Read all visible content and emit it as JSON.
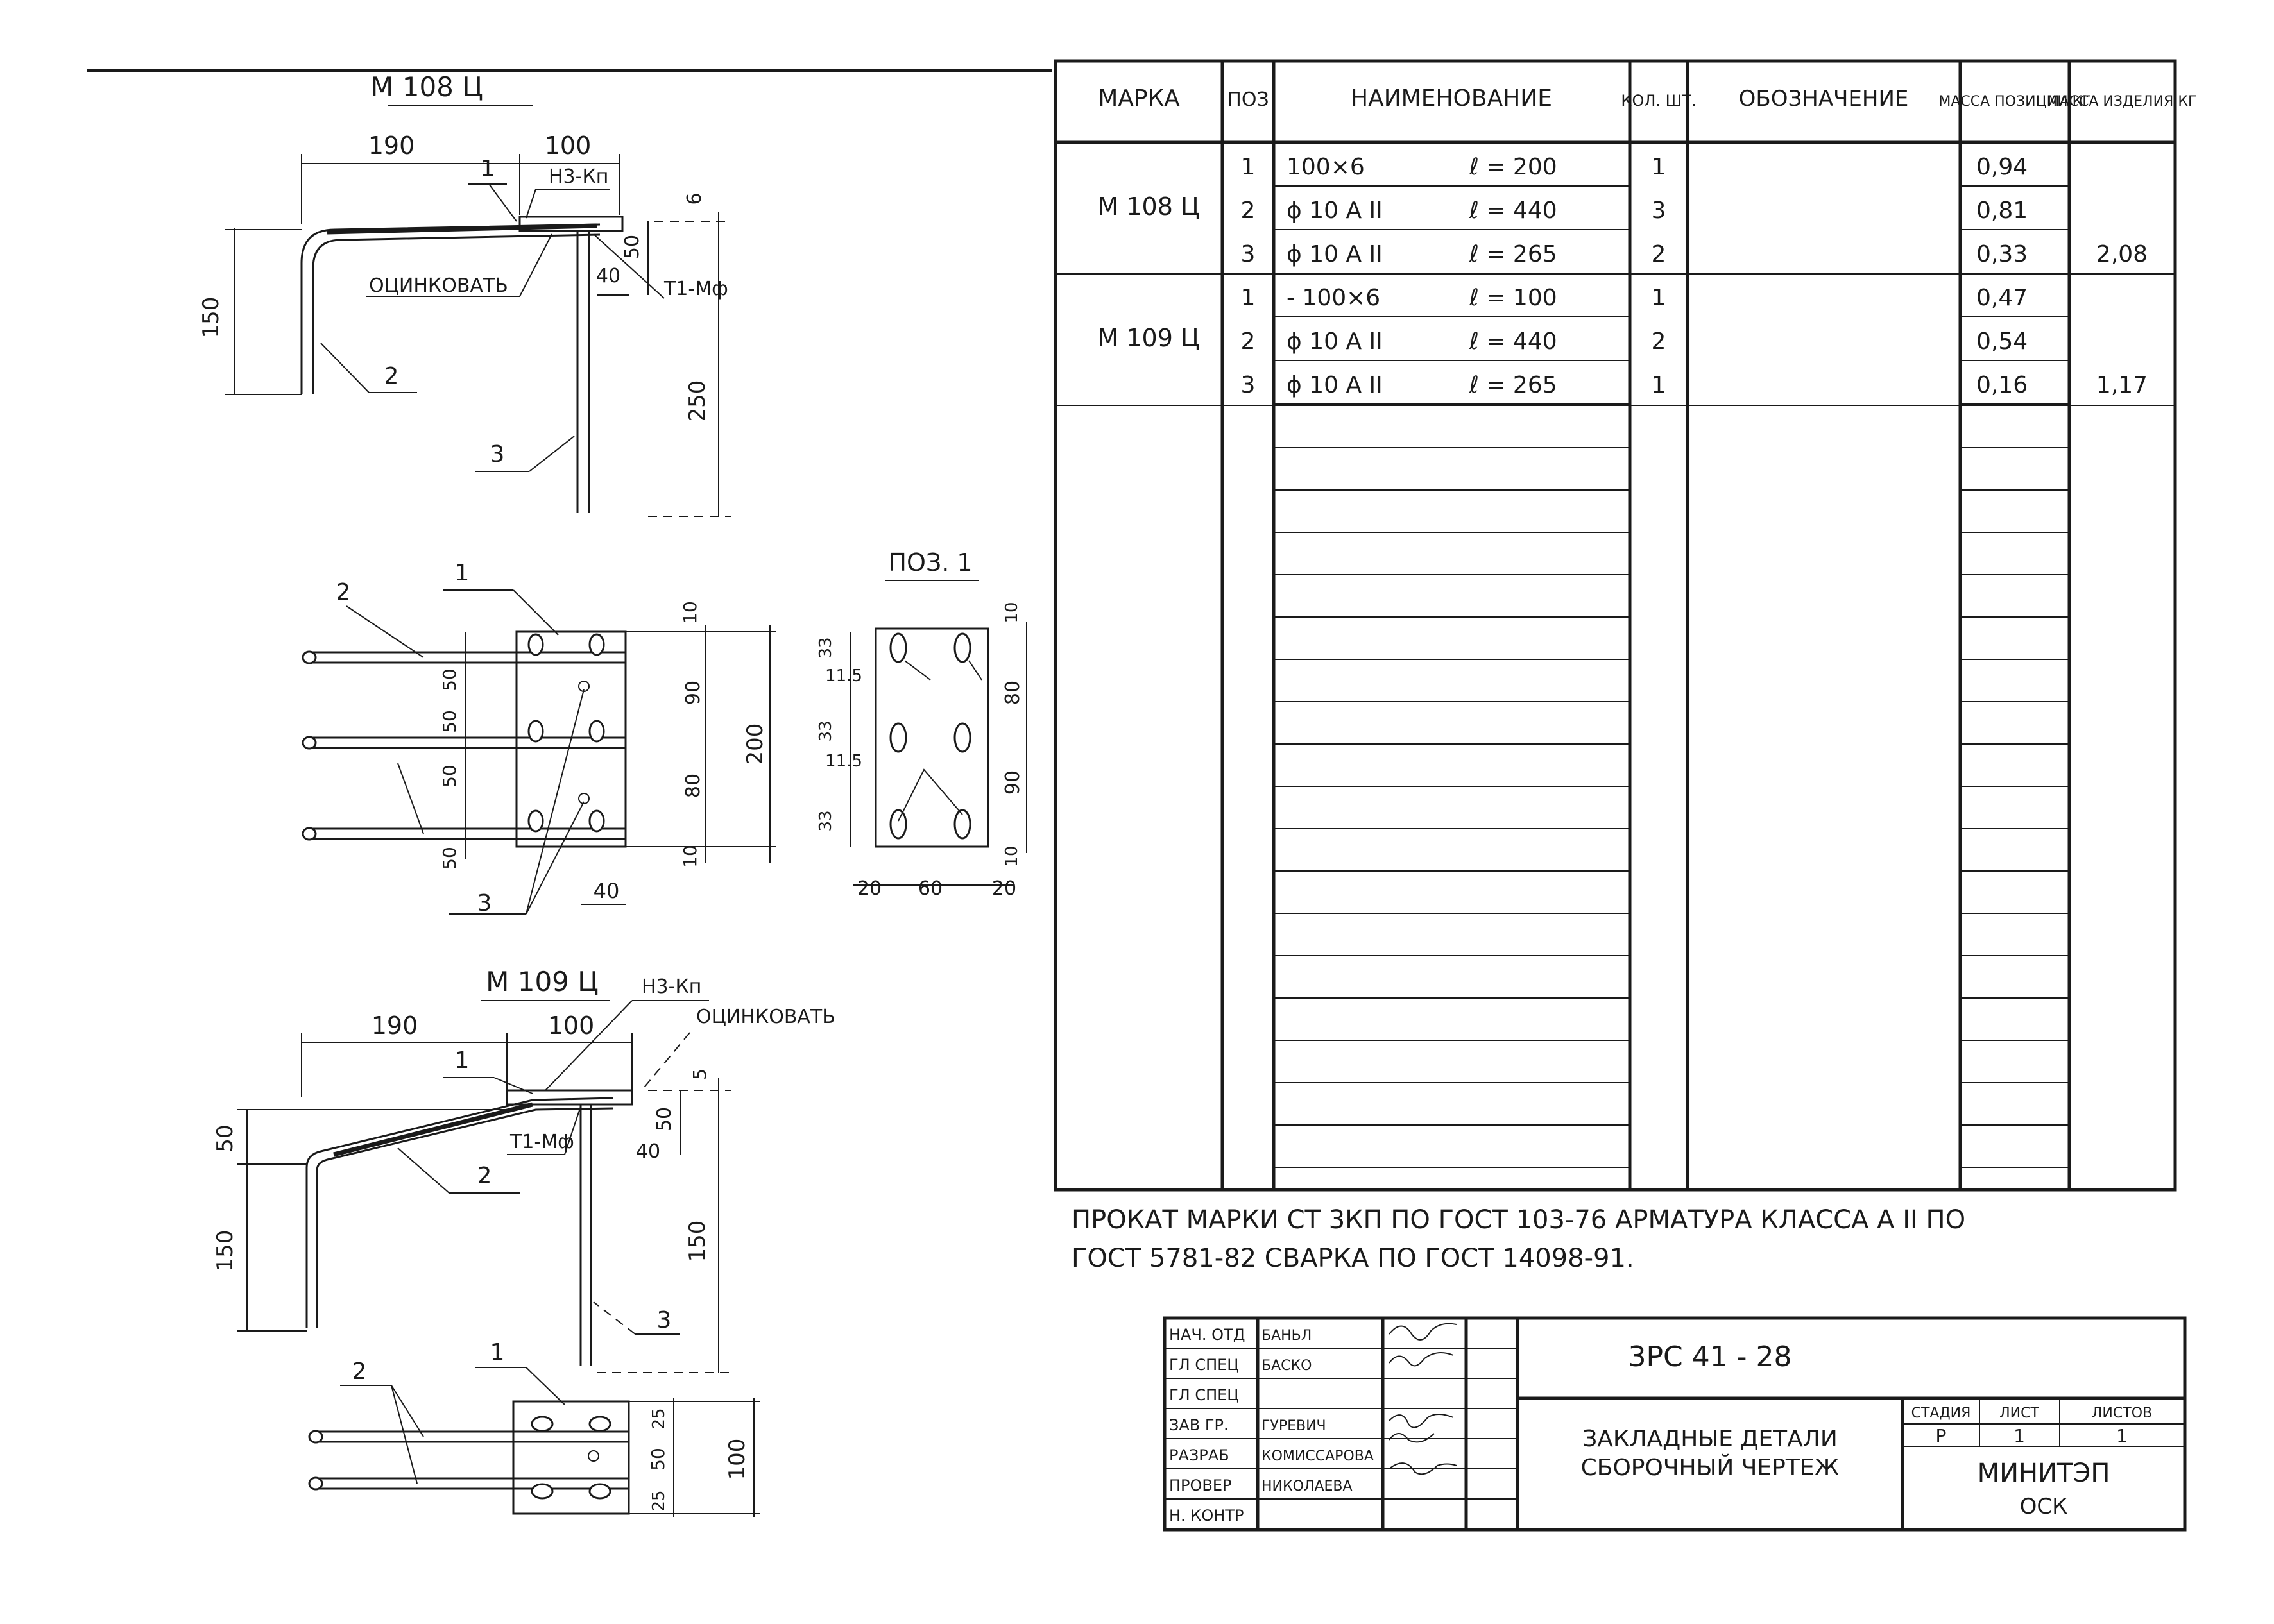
{
  "drawings": {
    "m108": {
      "title": "М 108 Ц",
      "dim_190": "190",
      "dim_100": "100",
      "pos1": "1",
      "pos2": "2",
      "pos3": "3",
      "weld_top": "Н3-Кп",
      "zinc": "ОЦИНКОВАТЬ",
      "weld_t": "Т1-Мф",
      "dim_6": "6",
      "dim_50": "50",
      "dim_40": "40",
      "dim_150": "150",
      "dim_250": "250"
    },
    "plan108": {
      "pos1": "1",
      "pos2": "2",
      "pos3": "3",
      "d_10a": "10",
      "d_50a": "50",
      "d_50b": "50",
      "d_50c": "50",
      "d_50d": "50",
      "d_90": "90",
      "d_80": "80",
      "d_10b": "10",
      "d_200": "200",
      "d_40": "40"
    },
    "poz1": {
      "title": "ПОЗ. 1",
      "d33a": "33",
      "d115a": "11.5",
      "d33b": "33",
      "d115b": "11.5",
      "d33c": "33",
      "d10a": "10",
      "d80": "80",
      "d90": "90",
      "d10b": "10",
      "b20a": "20",
      "b60": "60",
      "b20b": "20"
    },
    "m109": {
      "title": "М 109 Ц",
      "weld_top": "Н3-Кп",
      "zinc": "ОЦИНКОВАТЬ",
      "dim_190": "190",
      "dim_100": "100",
      "pos1": "1",
      "pos2": "2",
      "pos3": "3",
      "weld_t": "Т1-Мф",
      "dim_50v": "50",
      "dim_150v": "150",
      "dim_50": "50",
      "dim_5": "5",
      "dim_40": "40",
      "dim_150": "150"
    },
    "plan109": {
      "pos1": "1",
      "pos2": "2",
      "d25a": "25",
      "d50": "50",
      "d25b": "25",
      "d100": "100"
    }
  },
  "spec_table": {
    "headers": {
      "marka": "МАРКА",
      "poz": "ПОЗ",
      "name": "НАИМЕНОВАНИЕ",
      "qty": "КОЛ. ШТ.",
      "designation": "ОБОЗНАЧЕНИЕ",
      "mass_pos": "МАССА ПОЗИЦИИ КГ",
      "mass_item": "МАССА ИЗДЕЛИЯ КГ"
    },
    "groups": [
      {
        "marka": "М 108 Ц",
        "rows": [
          {
            "poz": "1",
            "name": "100×6",
            "len": "ℓ = 200",
            "qty": "1",
            "designation": "",
            "mass_pos": "0,94",
            "mass_item": ""
          },
          {
            "poz": "2",
            "name": "ϕ 10 А II",
            "len": "ℓ = 440",
            "qty": "3",
            "designation": "",
            "mass_pos": "0,81",
            "mass_item": ""
          },
          {
            "poz": "3",
            "name": "ϕ 10 А II",
            "len": "ℓ = 265",
            "qty": "2",
            "designation": "",
            "mass_pos": "0,33",
            "mass_item": "2,08"
          }
        ]
      },
      {
        "marka": "М 109 Ц",
        "rows": [
          {
            "poz": "1",
            "name": "- 100×6",
            "len": "ℓ = 100",
            "qty": "1",
            "designation": "",
            "mass_pos": "0,47",
            "mass_item": ""
          },
          {
            "poz": "2",
            "name": "ϕ 10 А II",
            "len": "ℓ = 440",
            "qty": "2",
            "designation": "",
            "mass_pos": "0,54",
            "mass_item": ""
          },
          {
            "poz": "3",
            "name": "ϕ 10 А II",
            "len": "ℓ = 265",
            "qty": "1",
            "designation": "",
            "mass_pos": "0,16",
            "mass_item": "1,17"
          }
        ]
      }
    ]
  },
  "notes": {
    "line1": "ПРОКАТ МАРКИ СТ 3КП ПО ГОСТ 103-76 АРМАТУРА КЛАССА А II ПО",
    "line2": "ГОСТ 5781-82 СВАРКА ПО ГОСТ 14098-91."
  },
  "title_block": {
    "doc_code": "3РС 41 - 28",
    "title_line1": "ЗАКЛАДНЫЕ ДЕТАЛИ",
    "title_line2": "СБОРОЧНЫЙ ЧЕРТЕЖ",
    "stage_label": "СТАДИЯ",
    "sheet_label": "ЛИСТ",
    "sheets_label": "ЛИСТОВ",
    "stage": "Р",
    "sheet": "1",
    "sheets": "1",
    "org": "МИНИТЭП",
    "org_sub": "ОСК",
    "roles": [
      {
        "role": "НАЧ. ОТД",
        "name": "БАНЬЛ"
      },
      {
        "role": "ГЛ СПЕЦ",
        "name": "БАСКО"
      },
      {
        "role": "ГЛ СПЕЦ",
        "name": ""
      },
      {
        "role": "ЗАВ ГР.",
        "name": "ГУРЕВИЧ"
      },
      {
        "role": "РАЗРАБ",
        "name": "КОМИССАРОВА"
      },
      {
        "role": "ПРОВЕР",
        "name": "НИКОЛАЕВА"
      },
      {
        "role": "Н. КОНТР",
        "name": ""
      }
    ]
  }
}
